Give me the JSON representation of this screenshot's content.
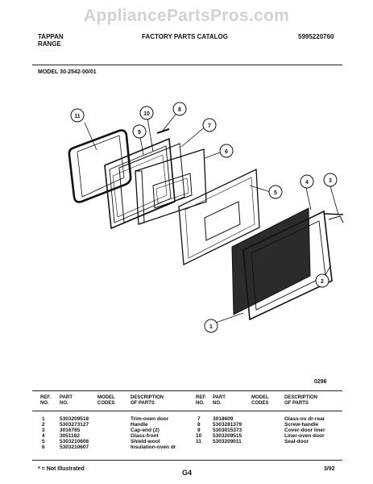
{
  "watermark": "AppliancePartsPros.com",
  "header": {
    "brand_line1": "TAPPAN",
    "brand_line2": "RANGE",
    "catalog_title": "FACTORY PARTS CATALOG",
    "catalog_number": "5995220760",
    "model": "MODEL 30-2542-00/01"
  },
  "diagram": {
    "callouts": [
      "1",
      "2",
      "3",
      "4",
      "5",
      "6",
      "7",
      "8",
      "9",
      "10",
      "11"
    ],
    "drawing_code": "0296"
  },
  "table": {
    "headers": {
      "ref_no": "REF. NO.",
      "part_no": "PART NO.",
      "model_codes": "MODEL CODES",
      "description": "DESCRIPTION OF PARTS"
    },
    "left": [
      {
        "ref": "1",
        "part": "5303209518",
        "codes": "",
        "desc": "Trim-oven door"
      },
      {
        "ref": "2",
        "part": "5303273127",
        "codes": "",
        "desc": "Handle"
      },
      {
        "ref": "3",
        "part": "3016765",
        "codes": "",
        "desc": "Cap-end (2)"
      },
      {
        "ref": "4",
        "part": "3051182",
        "codes": "",
        "desc": "Glass-front"
      },
      {
        "ref": "5",
        "part": "5303210608",
        "codes": "",
        "desc": "Shield-wool"
      },
      {
        "ref": "6",
        "part": "5303210607",
        "codes": "",
        "desc": "Insulation-oven dr"
      }
    ],
    "right": [
      {
        "ref": "7",
        "part": "3018609",
        "codes": "",
        "desc": "Glass-ov dr-rear"
      },
      {
        "ref": "8",
        "part": "5303281379",
        "codes": "",
        "desc": "Screw-handle"
      },
      {
        "ref": "9",
        "part": "5303015373",
        "codes": "",
        "desc": "Cover-door liner"
      },
      {
        "ref": "10",
        "part": "5303209515",
        "codes": "",
        "desc": "Liner-oven door"
      },
      {
        "ref": "11",
        "part": "5303209011",
        "codes": "",
        "desc": "Seal-door"
      }
    ]
  },
  "footer": {
    "note": "* = Not Illustrated",
    "page": "G4",
    "date": "3/92"
  }
}
